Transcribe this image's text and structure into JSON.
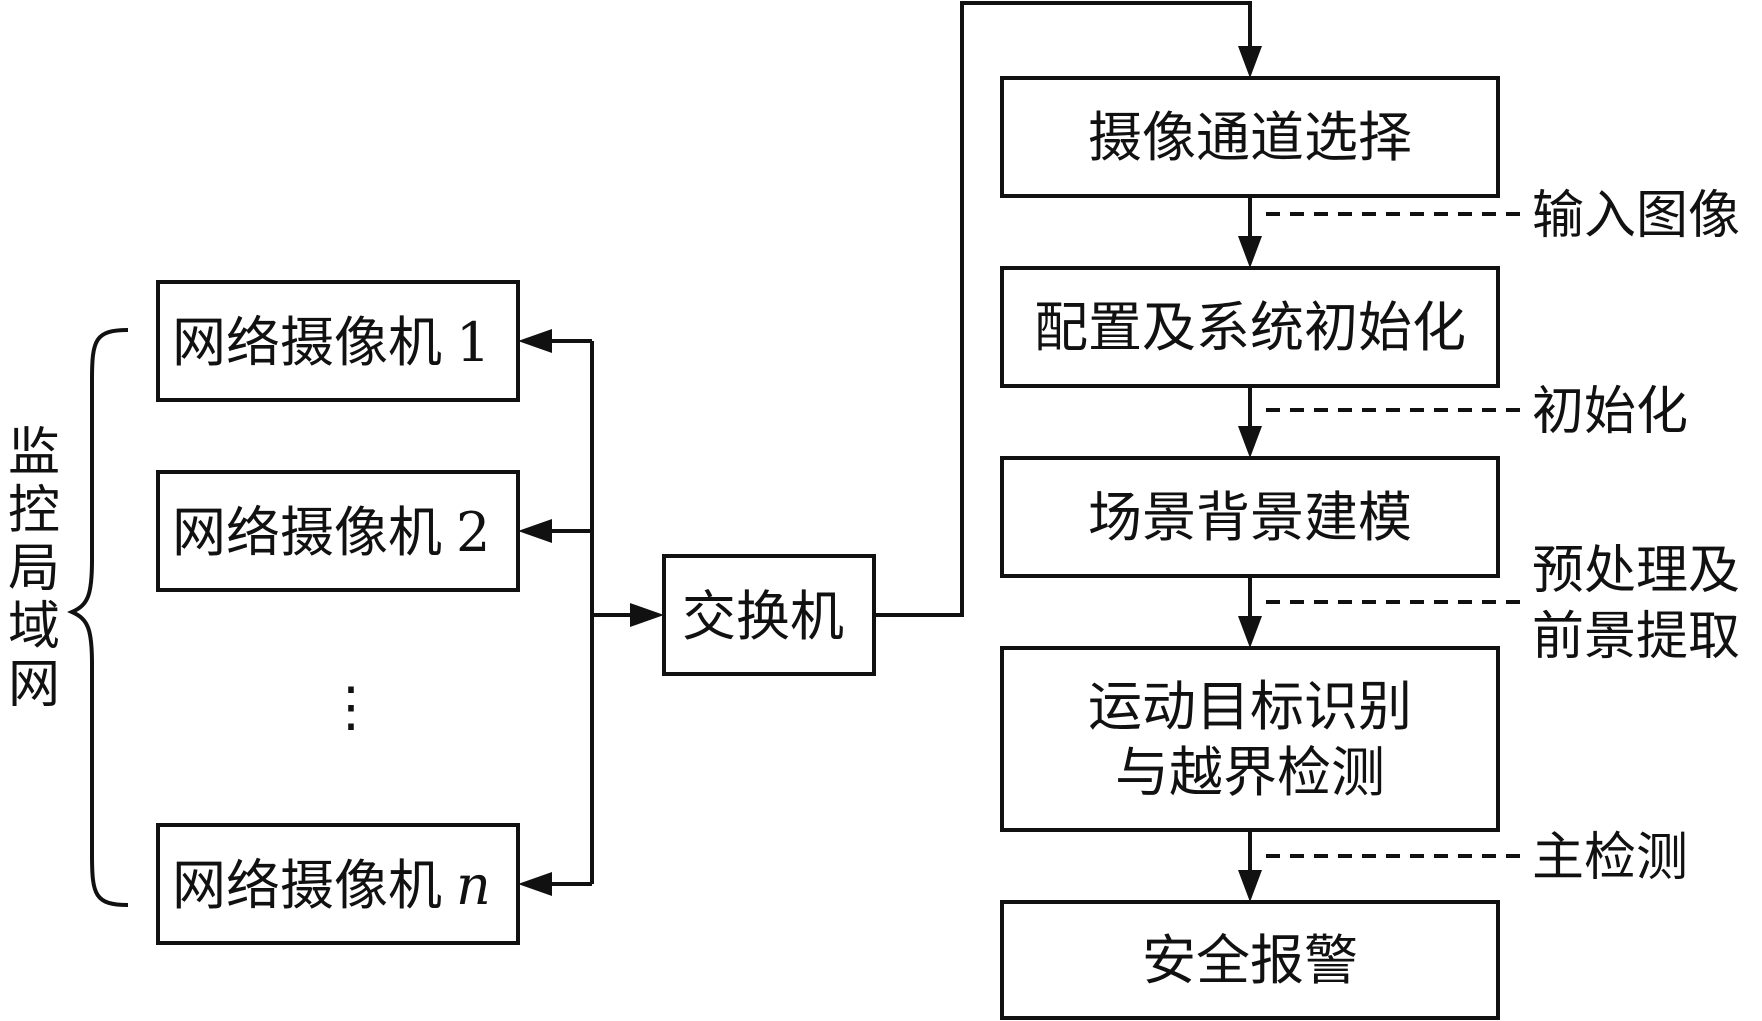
{
  "network_label": [
    "监",
    "控",
    "局",
    "域",
    "网"
  ],
  "cameras": [
    {
      "label": "网络摄像机",
      "suffix": "1"
    },
    {
      "label": "网络摄像机",
      "suffix": "2"
    },
    {
      "label": "网络摄像机",
      "suffix": "n"
    }
  ],
  "ellipsis": "⋮",
  "switch_label": "交换机",
  "flow_steps": [
    {
      "lines": [
        "摄像通道选择"
      ]
    },
    {
      "lines": [
        "配置及系统初始化"
      ]
    },
    {
      "lines": [
        "场景背景建模"
      ]
    },
    {
      "lines": [
        "运动目标识别",
        "与越界检测"
      ]
    },
    {
      "lines": [
        "安全报警"
      ]
    }
  ],
  "stage_notes": [
    {
      "lines": [
        "输入图像"
      ]
    },
    {
      "lines": [
        "初始化"
      ]
    },
    {
      "lines": [
        "预处理及",
        "前景提取"
      ]
    },
    {
      "lines": [
        "主检测"
      ]
    }
  ]
}
